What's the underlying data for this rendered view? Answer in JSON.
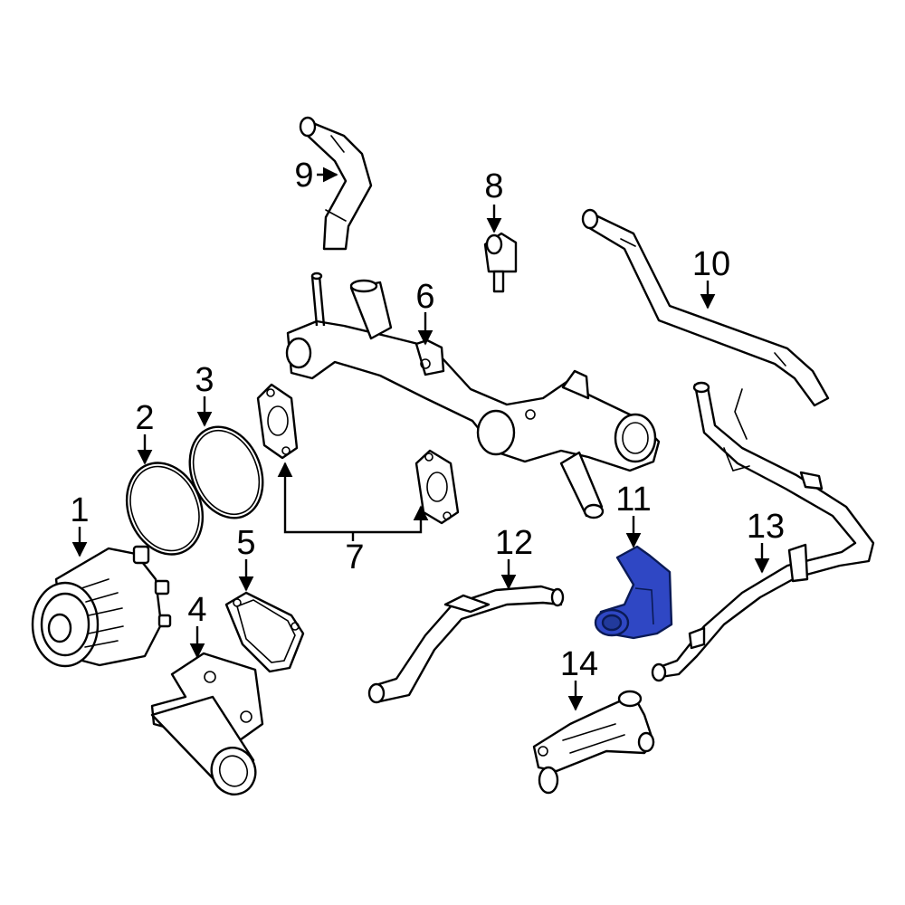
{
  "callouts": [
    {
      "id": 1,
      "label": "1"
    },
    {
      "id": 2,
      "label": "2"
    },
    {
      "id": 3,
      "label": "3"
    },
    {
      "id": 4,
      "label": "4"
    },
    {
      "id": 5,
      "label": "5"
    },
    {
      "id": 6,
      "label": "6"
    },
    {
      "id": 7,
      "label": "7"
    },
    {
      "id": 8,
      "label": "8"
    },
    {
      "id": 9,
      "label": "9"
    },
    {
      "id": 10,
      "label": "10"
    },
    {
      "id": 11,
      "label": "11"
    },
    {
      "id": 12,
      "label": "12"
    },
    {
      "id": 13,
      "label": "13"
    },
    {
      "id": 14,
      "label": "14"
    }
  ],
  "highlighted_part": "11",
  "colors": {
    "highlight": "#2f47c4",
    "line": "#000000",
    "background": "#ffffff"
  }
}
